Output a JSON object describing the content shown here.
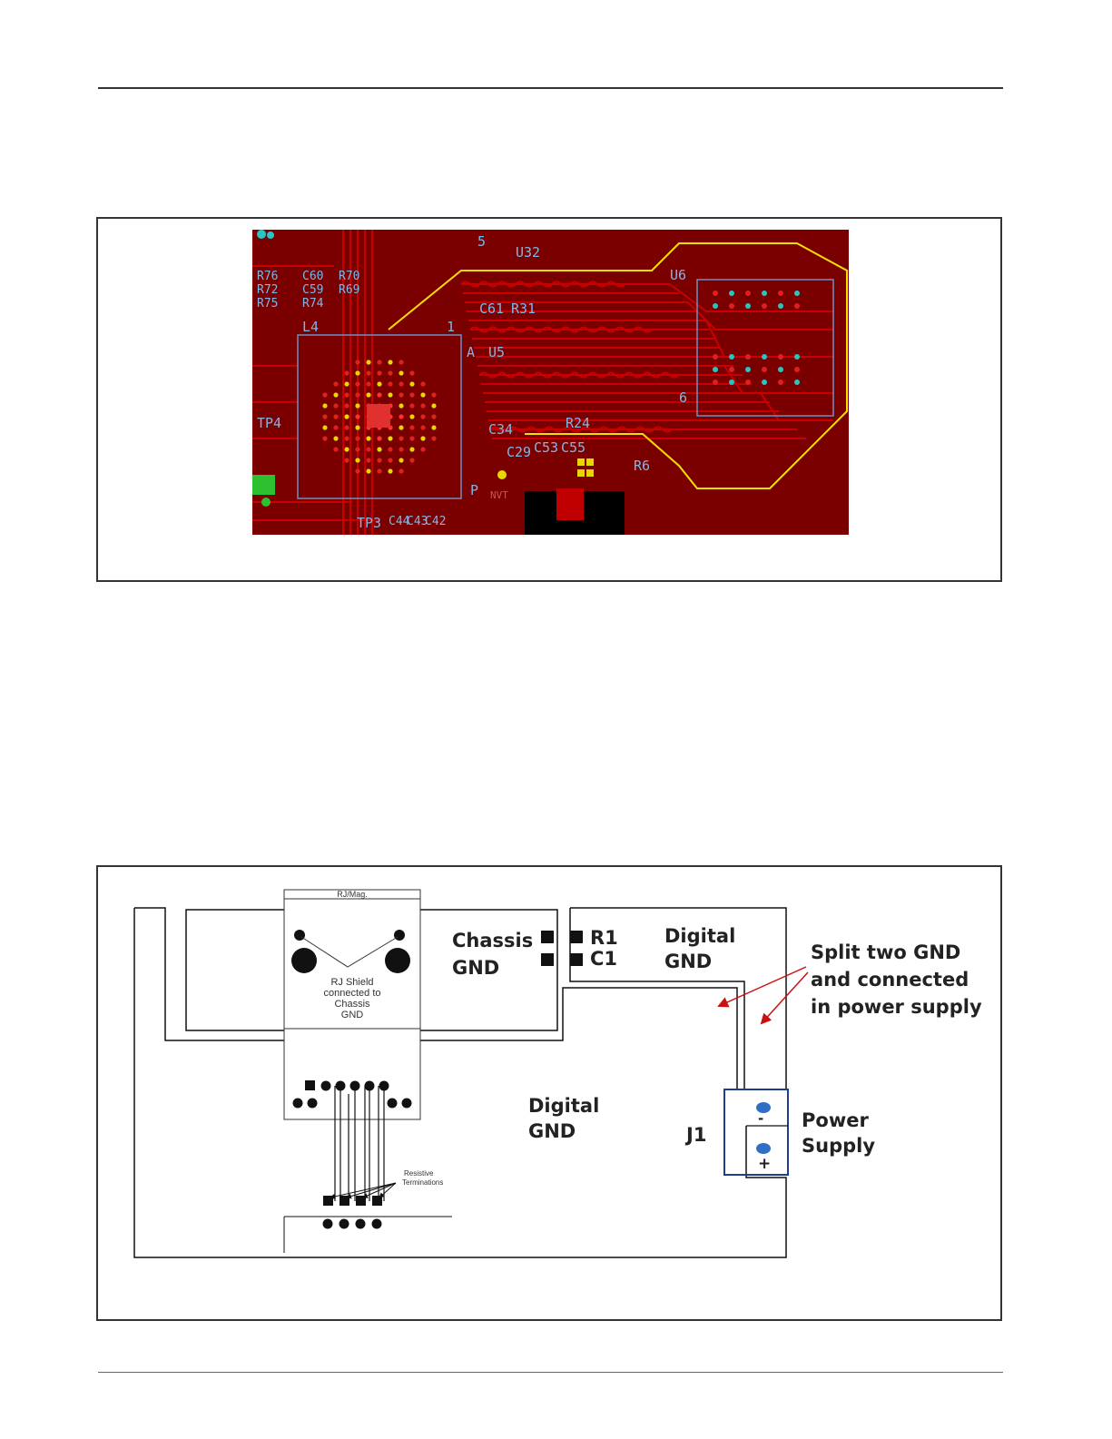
{
  "pcb_figure": {
    "silkscreen_labels": [
      "U32",
      "U6",
      "U5",
      "C61",
      "R31",
      "C34",
      "R24",
      "C55",
      "C53",
      "C29",
      "R6",
      "TP4",
      "TP3",
      "L4",
      "A",
      "P",
      "NVT",
      "R76",
      "R72",
      "C60",
      "C59",
      "R70",
      "R69",
      "R75",
      "R74",
      "C44",
      "C43",
      "C42",
      "1",
      "6",
      "5"
    ],
    "colors": {
      "board": "#7a0000",
      "trace": "#c80000",
      "silkscreen": "#7fb6e8",
      "outline": "#ffe000",
      "pad_green": "#2ec02e",
      "pad_yellow": "#e8d800",
      "via_cyan": "#27c6c6"
    }
  },
  "gnd_diagram": {
    "connector_label": "RJ/Mag.",
    "shield_note": [
      "RJ Shield",
      "connected to",
      "Chassis",
      "GND"
    ],
    "chassis_gnd": [
      "Chassis",
      "GND"
    ],
    "r1": "R1",
    "c1": "C1",
    "digital_gnd_top": [
      "Digital",
      "GND"
    ],
    "digital_gnd_main": [
      "Digital",
      "GND"
    ],
    "callout": [
      "Split two GND",
      "and connected",
      "in power supply"
    ],
    "j1": "J1",
    "power_supply": [
      "Power",
      "Supply"
    ],
    "pin_minus": "-",
    "pin_plus": "+",
    "terminations": [
      "Resistive",
      "Terminations"
    ],
    "colors": {
      "arrow": "#cc1010",
      "connector_box": "#1f3f8c",
      "pin": "#2f6fc4",
      "line": "#111111"
    }
  }
}
